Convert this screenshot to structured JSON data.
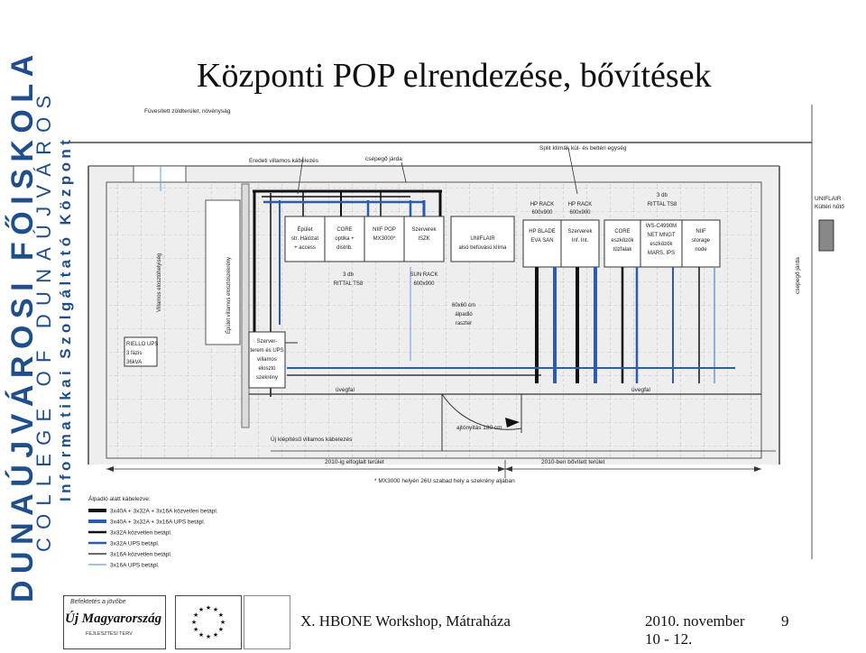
{
  "slide": {
    "title": "Központi POP elrendezése, bővítések",
    "side_line1": "DUNAÚJVÁROSI FŐISKOLA",
    "side_line2": "COLLEGE OF DUNAÚJVÁROS",
    "side_line3": "Informatikai Szolgáltató Központ",
    "footer_event": "X. HBONE Workshop, Mátraháza",
    "footer_date_line1": "2010. november",
    "footer_date_line2": "10 - 12.",
    "page_number": "9",
    "logo_tagline": "Befektetés a jövőbe",
    "logo_main": "Új Magyarország",
    "logo_sub": "FEJLESZTÉSI TERV"
  },
  "diagram": {
    "green_area": "Füvesített zöldterület, növényság",
    "sidewalk_top": "csepegő járda",
    "split_units": "Split klímák kül- és beltéri egység",
    "old_cabling": "Eredeti villamos kábelezés",
    "uniflair_outdoor": [
      "UNIFLAIR",
      "Kültéri hűtő"
    ],
    "sidewalk_right": "csepegő járda",
    "rack_group1": [
      [
        "Épület",
        "str. Hálózat",
        "+ access"
      ],
      [
        "CORE",
        "optika +",
        "distrib."
      ],
      [
        "NIIF POP",
        "MX3000*"
      ],
      [
        "Szerverek",
        "ISZK"
      ]
    ],
    "uniflair_indoor": [
      "UNIFLAIR",
      "alsó befúvású klíma"
    ],
    "hp_rack1": [
      "HP RACK",
      "600x900"
    ],
    "hp_rack2": [
      "HP RACK",
      "600x900"
    ],
    "rack_group2": [
      [
        "HP BLADE",
        "EVA SAN"
      ],
      [
        "Szerverek",
        "Inf. Int."
      ]
    ],
    "rittal_top": [
      "3 db",
      "RITTAL TS8"
    ],
    "rack_group3": [
      [
        "CORE",
        "eszközök",
        "tűzfalak"
      ],
      [
        "WS-C4990M",
        "NET MNGT",
        "eszközök",
        "MARS, IPS"
      ],
      [
        "NIIF",
        "storage",
        "node"
      ]
    ],
    "rittal_mid": [
      "3 db",
      "RITTAL TS8"
    ],
    "sun_rack": [
      "SUN RACK",
      "600x900"
    ],
    "raster": [
      "60x60 cm",
      "álpadló",
      "raszter"
    ],
    "villamos_elosztohelyiseg": "Villamos elosztóhelyiség",
    "epulet_villamos": "Épület villamos elosztószekrény",
    "rielo_ups": [
      "RIELLO UPS",
      "3 fázis",
      "36kVA"
    ],
    "server_cabinet": [
      "Szerver-",
      "terem és UPS",
      "villamos",
      "elosztó",
      "szekrény"
    ],
    "glass_wall_left": "üvegfal",
    "glass_wall_right": "üvegfal",
    "door": "ajtónyitás 180 cm",
    "new_cabling": "Új kiépítésű villamos kábelezés",
    "area_2010_used": "2010-ig elfoglalt terület",
    "area_2010_expansion": "2010-ben bővített terület",
    "mx3000_note": "* MX3000 helyén 26U szabad hely a szekrény aljában",
    "legend_title": "Álpadló alatt kábelezve:",
    "legend": [
      {
        "label": "3x40A + 3x32A + 3x16A  közvetlen betápl.",
        "color": "#111111",
        "width": 4
      },
      {
        "label": "3x40A + 3x32A + 3x16A  UPS betápl.",
        "color": "#2a5db0",
        "width": 4
      },
      {
        "label": "3x32A közvetlen betápl.",
        "color": "#111111",
        "width": 2.5
      },
      {
        "label": "3x32A UPS betápl.",
        "color": "#2a5db0",
        "width": 2.5
      },
      {
        "label": "3x16A közvetlen betápl.",
        "color": "#111111",
        "width": 1.2
      },
      {
        "label": "3x16A UPS betápl.",
        "color": "#6a9bd8",
        "width": 1.2
      }
    ]
  }
}
